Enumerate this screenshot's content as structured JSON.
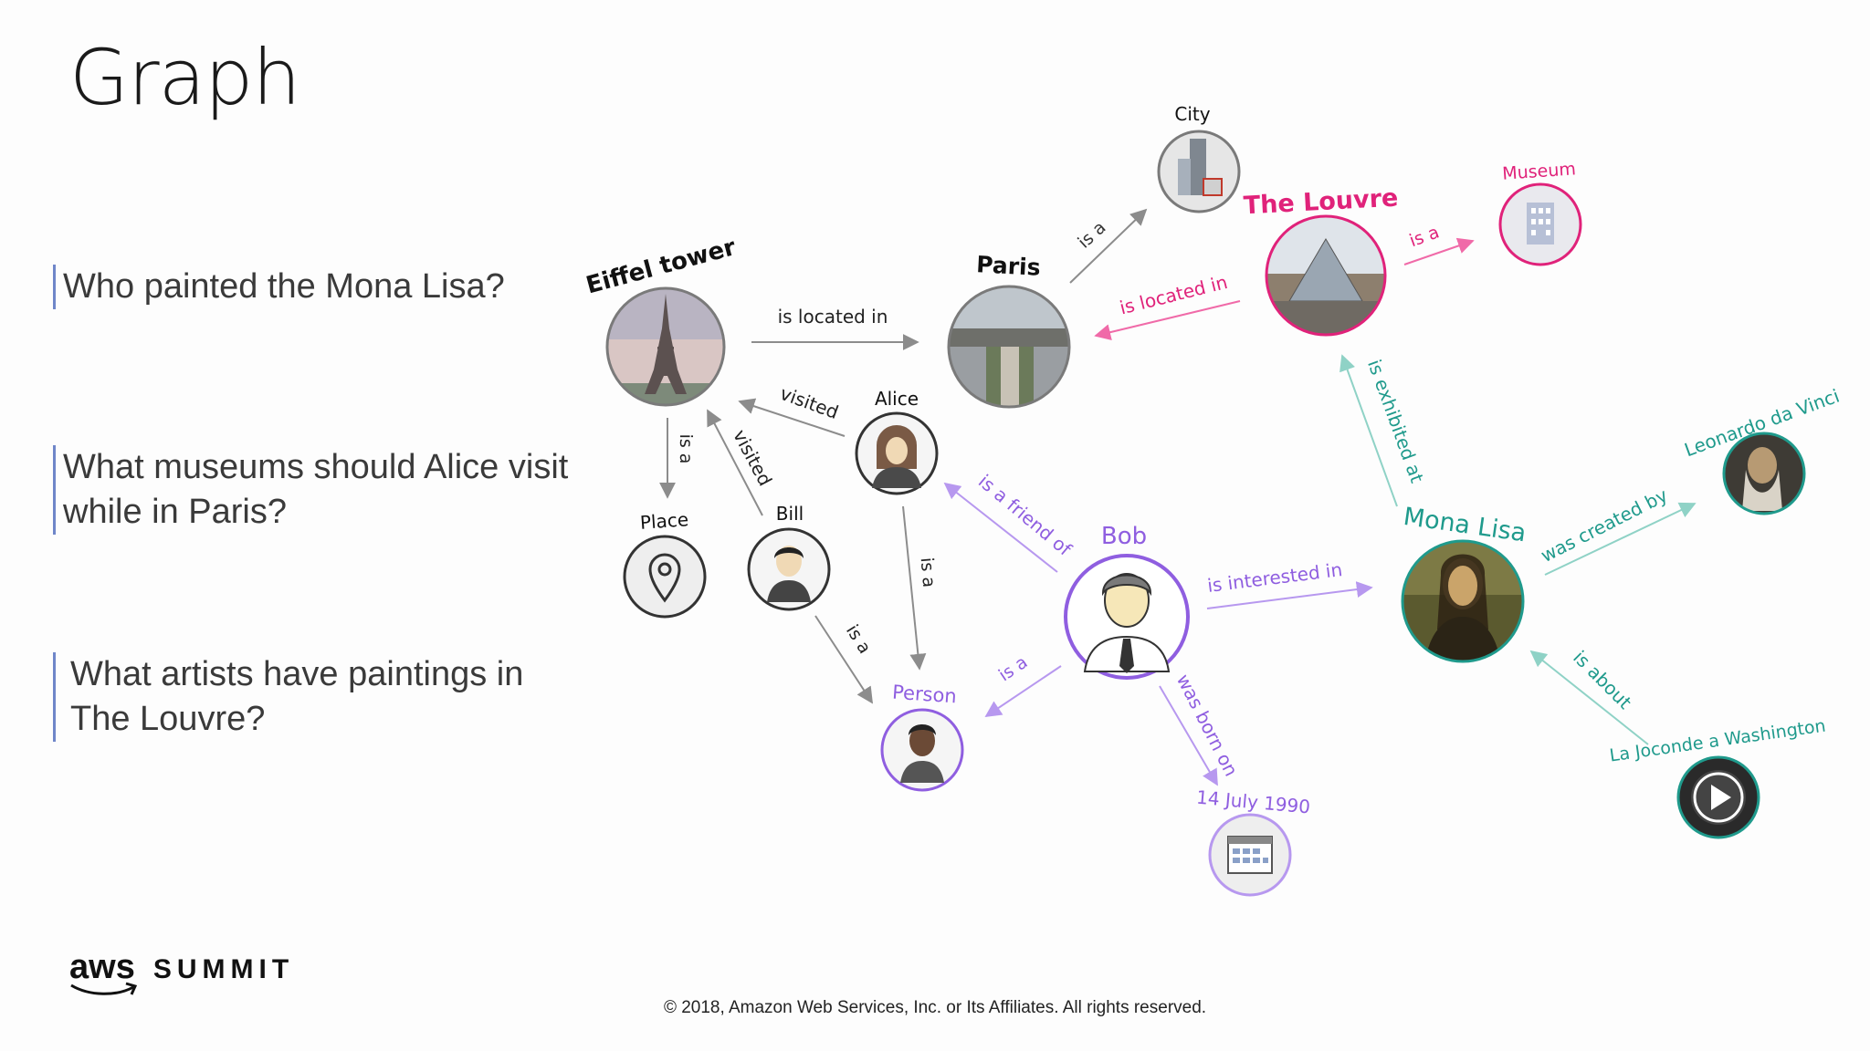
{
  "title": "Graph",
  "questions": {
    "q1": "Who painted the Mona Lisa?",
    "q2": "What museums should Alice visit while in Paris?",
    "q3": "What artists have paintings in The Louvre?"
  },
  "logo": {
    "aws": "aws",
    "summit": "SUMMIT"
  },
  "copyright": "© 2018, Amazon Web Services, Inc. or Its Affiliates. All rights reserved.",
  "colors": {
    "gray": "#8c8c8c",
    "pink": "#e0227a",
    "purple": "#8f5ee0",
    "lavender": "#b798ef",
    "teal": "#1f9a8c",
    "teal_light": "#8fd2c6"
  },
  "nodes": {
    "eiffel": {
      "label": "Eiffel tower"
    },
    "paris": {
      "label": "Paris"
    },
    "city": {
      "label": "City"
    },
    "louvre": {
      "label": "The Louvre"
    },
    "museum": {
      "label": "Museum"
    },
    "place": {
      "label": "Place"
    },
    "alice": {
      "label": "Alice"
    },
    "bill": {
      "label": "Bill"
    },
    "bob": {
      "label": "Bob"
    },
    "person": {
      "label": "Person"
    },
    "mona": {
      "label": "Mona Lisa"
    },
    "leonardo": {
      "label": "Leonardo da Vinci"
    },
    "date": {
      "label": "14 July 1990"
    },
    "joconde": {
      "label": "La Joconde a Washington"
    }
  },
  "edges": {
    "eiffel_paris": "is located in",
    "paris_city": "is a",
    "louvre_paris": "is located in",
    "louvre_museum": "is a",
    "alice_eiffel": "visited",
    "bill_eiffel": "visited",
    "eiffel_place": "is a",
    "alice_person": "is a",
    "bill_person": "is a",
    "bob_alice": "is a friend of",
    "bob_person": "is a",
    "bob_mona": "is interested in",
    "mona_louvre": "is exhibited at",
    "mona_leonardo": "was created by",
    "bob_date": "was born on",
    "joconde_mona": "is about"
  }
}
